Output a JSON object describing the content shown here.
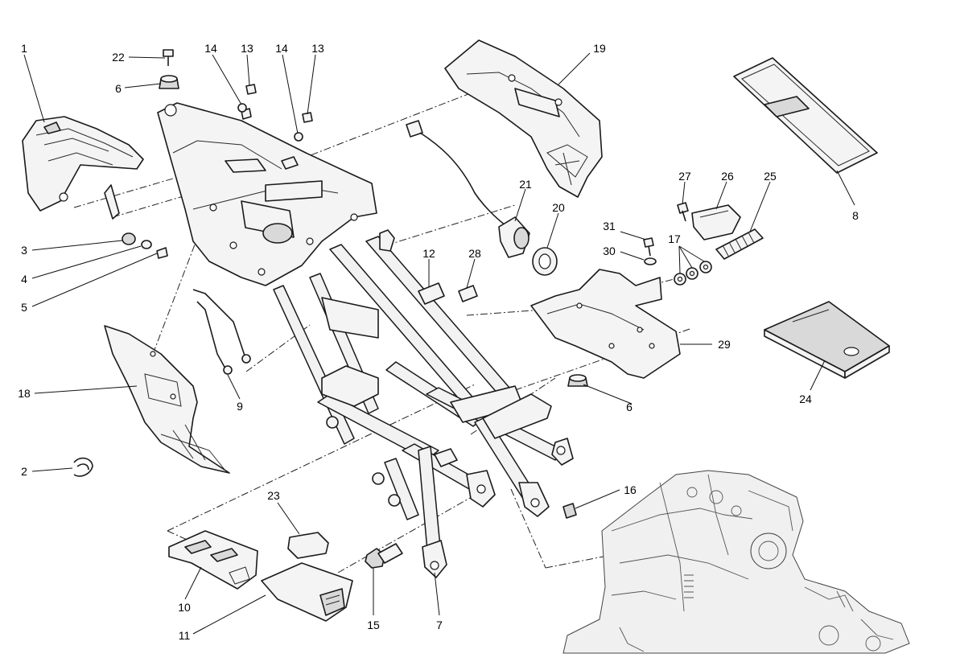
{
  "diagram": {
    "callouts": [
      {
        "id": "c1",
        "label": "1"
      },
      {
        "id": "c22",
        "label": "22"
      },
      {
        "id": "c6a",
        "label": "6"
      },
      {
        "id": "c14a",
        "label": "14"
      },
      {
        "id": "c13a",
        "label": "13"
      },
      {
        "id": "c14b",
        "label": "14"
      },
      {
        "id": "c13b",
        "label": "13"
      },
      {
        "id": "c19",
        "label": "19"
      },
      {
        "id": "c8",
        "label": "8"
      },
      {
        "id": "c27",
        "label": "27"
      },
      {
        "id": "c26",
        "label": "26"
      },
      {
        "id": "c25",
        "label": "25"
      },
      {
        "id": "c21",
        "label": "21"
      },
      {
        "id": "c20",
        "label": "20"
      },
      {
        "id": "c31",
        "label": "31"
      },
      {
        "id": "c17",
        "label": "17"
      },
      {
        "id": "c30",
        "label": "30"
      },
      {
        "id": "c12",
        "label": "12"
      },
      {
        "id": "c28",
        "label": "28"
      },
      {
        "id": "c3",
        "label": "3"
      },
      {
        "id": "c4",
        "label": "4"
      },
      {
        "id": "c5",
        "label": "5"
      },
      {
        "id": "c29",
        "label": "29"
      },
      {
        "id": "c18",
        "label": "18"
      },
      {
        "id": "c9",
        "label": "9"
      },
      {
        "id": "c24",
        "label": "24"
      },
      {
        "id": "c6b",
        "label": "6"
      },
      {
        "id": "c2",
        "label": "2"
      },
      {
        "id": "c16",
        "label": "16"
      },
      {
        "id": "c23",
        "label": "23"
      },
      {
        "id": "c10",
        "label": "10"
      },
      {
        "id": "c15",
        "label": "15"
      },
      {
        "id": "c7",
        "label": "7"
      },
      {
        "id": "c11",
        "label": "11"
      }
    ]
  }
}
